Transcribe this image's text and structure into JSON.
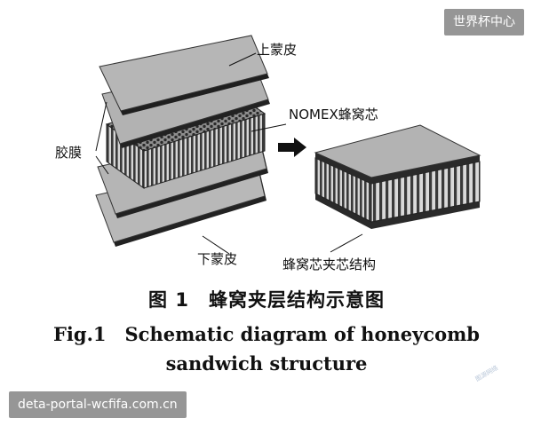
{
  "diagram": {
    "labels": {
      "top_skin": "上蒙皮",
      "nomex_core": "NOMEX蜂窝芯",
      "adhesive_film": "胶膜",
      "bottom_skin": "下蒙皮",
      "sandwich_structure": "蜂窝芯夹芯结构"
    },
    "caption_cn": "图 1　蜂窝夹层结构示意图",
    "caption_en_line1": "Fig.1　Schematic diagram of honeycomb",
    "caption_en_line2": "sandwich structure"
  },
  "watermarks": {
    "top_right": "世界杯中心",
    "bottom_left": "deta-portal-wcfifa.com.cn",
    "small_stamp": "图源网络"
  },
  "colors": {
    "skin_fill": "#b5b5b5",
    "skin_stroke": "#333333",
    "core_dark": "#3c3c3c",
    "badge_bg": "#6e6e6e"
  }
}
